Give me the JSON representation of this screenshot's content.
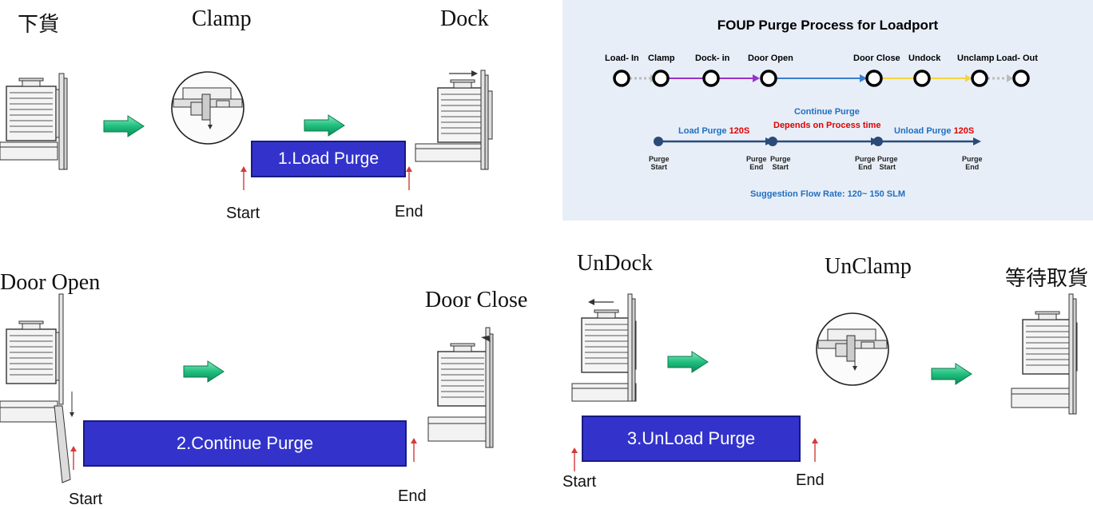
{
  "panels": {
    "load": {
      "stage_unload_cn": "下貨",
      "stage_clamp": "Clamp",
      "stage_dock": "Dock",
      "bar_label": "1.Load Purge",
      "start_label": "Start",
      "end_label": "End"
    },
    "continue": {
      "stage_door_open": "Door Open",
      "stage_door_close": "Door Close",
      "bar_label": "2.Continue Purge",
      "start_label": "Start",
      "end_label": "End"
    },
    "unload": {
      "stage_undock": "UnDock",
      "stage_unclamp": "UnClamp",
      "stage_wait_cn": "等待取貨",
      "bar_label": "3.UnLoad Purge",
      "start_label": "Start",
      "end_label": "End"
    }
  },
  "process": {
    "title": "FOUP Purge Process for Loadport",
    "steps": [
      "Load- In",
      "Clamp",
      "Dock- in",
      "Door Open",
      "Door Close",
      "Undock",
      "Unclamp",
      "Load- Out"
    ],
    "colors": {
      "gray": "#bbbbbb",
      "purple": "#9933cc",
      "blue": "#3a7fd0",
      "yellow": "#f5d442",
      "navy": "#2b4a7a",
      "red": "#e00000",
      "label_blue": "#1f6fc2"
    },
    "timeline": {
      "load_purge_label": "Load Purge ",
      "load_purge_time": "120S",
      "continue_label": "Continue Purge",
      "continue_sub": "Depends on Process time",
      "unload_purge_label": "Unload Purge ",
      "unload_purge_time": "120S",
      "markers": [
        {
          "top": "Purge",
          "bottom": "Start"
        },
        {
          "top": "Purge",
          "bottom": "End"
        },
        {
          "top": "Purge",
          "bottom": "Start"
        },
        {
          "top": "Purge",
          "bottom": "End"
        },
        {
          "top": "Purge",
          "bottom": "Start"
        },
        {
          "top": "Purge",
          "bottom": "End"
        }
      ]
    },
    "flow_rate": "Suggestion Flow Rate: 120~ 150 SLM"
  }
}
